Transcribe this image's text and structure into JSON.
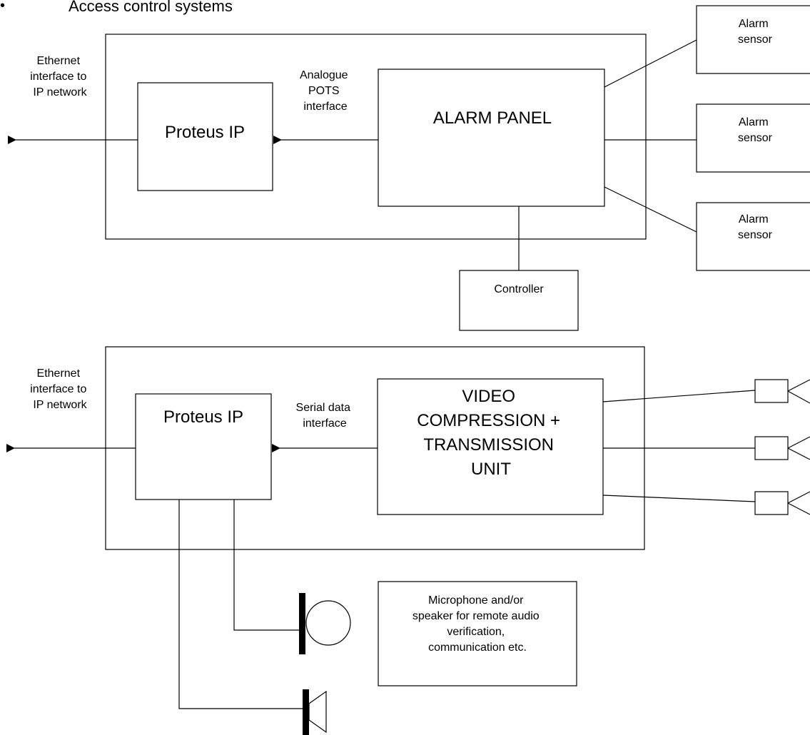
{
  "bullet": {
    "symbol": "•",
    "text": "Access control systems"
  },
  "top_diagram": {
    "ethernet_label": [
      "Ethernet",
      "interface to",
      "IP network"
    ],
    "proteus_label": "Proteus IP",
    "interface_label": [
      "Analogue",
      "POTS",
      "interface"
    ],
    "panel_label": "ALARM PANEL",
    "sensors": [
      [
        "Alarm",
        "sensor"
      ],
      [
        "Alarm",
        "sensor"
      ],
      [
        "Alarm",
        "sensor"
      ]
    ],
    "controller_label": "Controller"
  },
  "bottom_diagram": {
    "ethernet_label": [
      "Ethernet",
      "interface to",
      "IP network"
    ],
    "proteus_label": "Proteus IP",
    "interface_label": [
      "Serial data",
      "interface"
    ],
    "unit_label": [
      "VIDEO",
      "COMPRESSION  +",
      "TRANSMISSION",
      "UNIT"
    ],
    "audio_label": [
      "Microphone and/or",
      "speaker for remote audio",
      "verification,",
      "communication etc."
    ]
  },
  "icons": {
    "microphone": "microphone-icon",
    "speaker": "speaker-icon",
    "camera": "camera-icon",
    "arrow": "arrowhead-icon"
  }
}
